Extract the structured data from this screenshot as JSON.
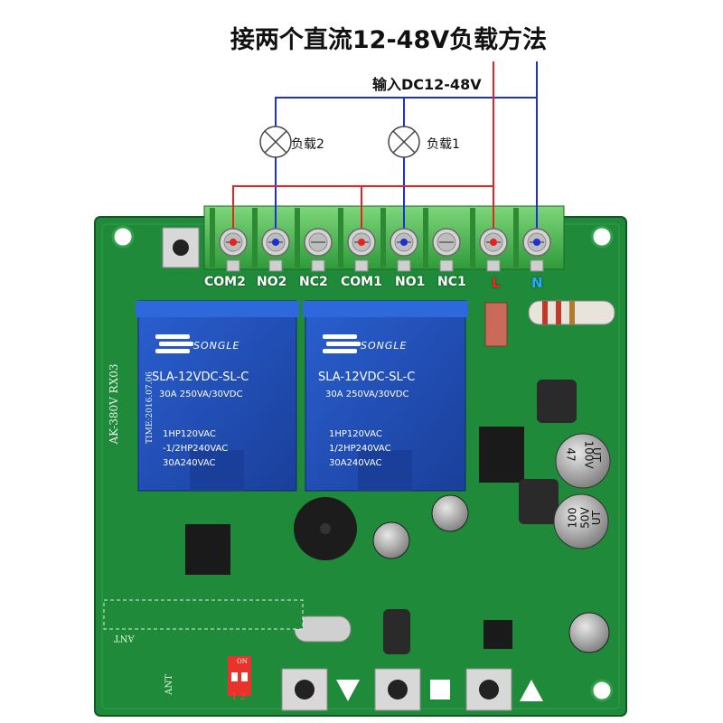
{
  "title": "接两个直流12-48V负载方法",
  "input_label": "输入DC12-48V",
  "loads": [
    {
      "label": "负载2"
    },
    {
      "label": "负载1"
    }
  ],
  "terminals": [
    "COM2",
    "NO2",
    "NC2",
    "COM1",
    "NO1",
    "NC1",
    "L",
    "N"
  ],
  "relays": [
    {
      "brand": "SONGLE",
      "model": "SLA-12VDC-SL-C",
      "spec1": "30A 250VA/30VDC",
      "spec2": "1HP120VAC",
      "spec3": "-1/2HP240VAC",
      "spec4": "30A240VAC"
    },
    {
      "brand": "SONGLE",
      "model": "SLA-12VDC-SL-C",
      "spec1": "30A 250VA/30VDC",
      "spec2": "1HP120VAC",
      "spec3": "1/2HP240VAC",
      "spec4": "30A240VAC"
    }
  ],
  "board_marking": {
    "model": "AK-380V  RX03",
    "time": "TIME:2016.07.06"
  },
  "capacitors": [
    {
      "line1": "47",
      "line2": "100V",
      "line3": "UT"
    },
    {
      "line1": "100",
      "line2": "50V",
      "line3": "UT"
    }
  ],
  "silkscreen": {
    "ant": "ANT",
    "dip_labels": "1 2",
    "dip_on": "ON"
  },
  "wire_colors": {
    "positive": "#e8231f",
    "negative": "#1f2fd6"
  },
  "board_color": "#1f8a3a"
}
